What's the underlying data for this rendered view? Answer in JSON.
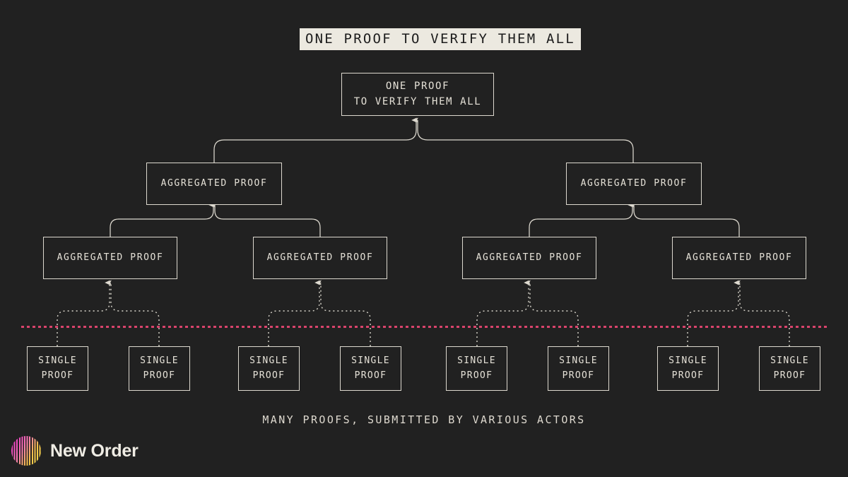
{
  "background_color": "#212121",
  "accent_line_color": "#d8436b",
  "stroke_color": "#ddd9cf",
  "title": {
    "text": "ONE PROOF TO VERIFY THEM ALL",
    "background": "#ece9e0",
    "text_color": "#1c1c1c"
  },
  "caption": {
    "text": "MANY PROOFS, SUBMITTED BY VARIOUS ACTORS"
  },
  "brand": {
    "name": "New Order",
    "mark_colors": [
      "#e838c8",
      "#f24ec0",
      "#f97fb0",
      "#f7c24a",
      "#f5e04e"
    ]
  },
  "diagram": {
    "root": {
      "line1": "ONE PROOF",
      "line2": "TO VERIFY THEM ALL"
    },
    "level2": [
      {
        "label": "AGGREGATED PROOF"
      },
      {
        "label": "AGGREGATED PROOF"
      }
    ],
    "level3": [
      {
        "label": "AGGREGATED PROOF"
      },
      {
        "label": "AGGREGATED PROOF"
      },
      {
        "label": "AGGREGATED PROOF"
      },
      {
        "label": "AGGREGATED PROOF"
      }
    ],
    "leaves": [
      {
        "line1": "SINGLE",
        "line2": "PROOF"
      },
      {
        "line1": "SINGLE",
        "line2": "PROOF"
      },
      {
        "line1": "SINGLE",
        "line2": "PROOF"
      },
      {
        "line1": "SINGLE",
        "line2": "PROOF"
      },
      {
        "line1": "SINGLE",
        "line2": "PROOF"
      },
      {
        "line1": "SINGLE",
        "line2": "PROOF"
      },
      {
        "line1": "SINGLE",
        "line2": "PROOF"
      },
      {
        "line1": "SINGLE",
        "line2": "PROOF"
      }
    ],
    "separator": {
      "style": "dotted",
      "color": "#d8436b",
      "note": "boundary between submitted single proofs and aggregation layer"
    }
  }
}
